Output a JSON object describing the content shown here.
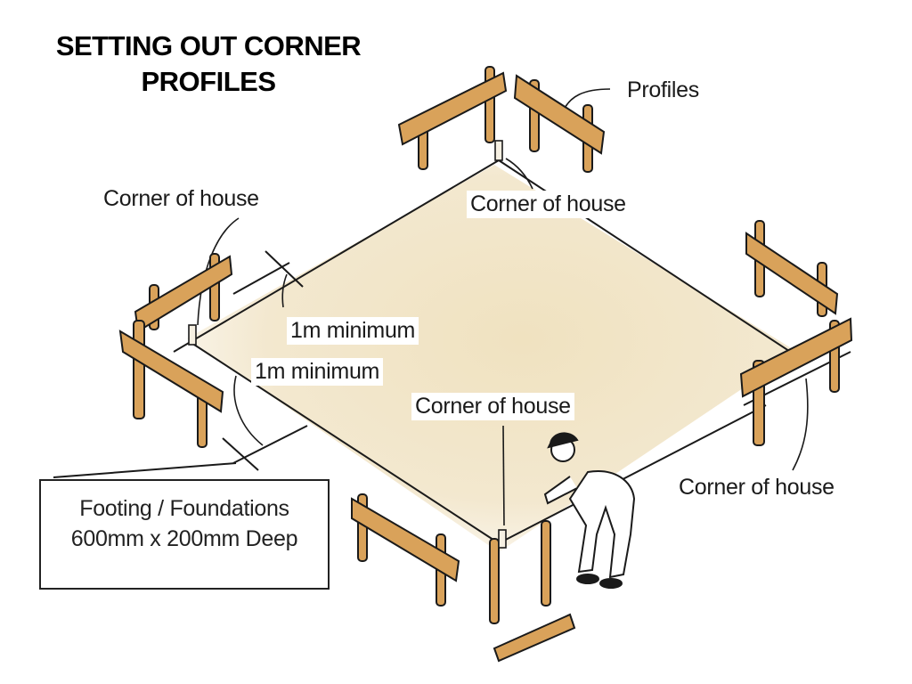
{
  "title": {
    "line1": "SETTING OUT CORNER",
    "line2": "PROFILES"
  },
  "labels": {
    "profiles": "Profiles",
    "corner_top": "Corner of house",
    "corner_left": "Corner of house",
    "corner_front": "Corner of house",
    "corner_right": "Corner of house",
    "min_upper": "1m minimum",
    "min_lower": "1m minimum"
  },
  "note": {
    "line1": "Footing / Foundations",
    "line2": "600mm x 200mm Deep"
  },
  "colors": {
    "ground": "#efe3c4",
    "timber": "#d9a25a",
    "ink": "#1a1a1a"
  }
}
